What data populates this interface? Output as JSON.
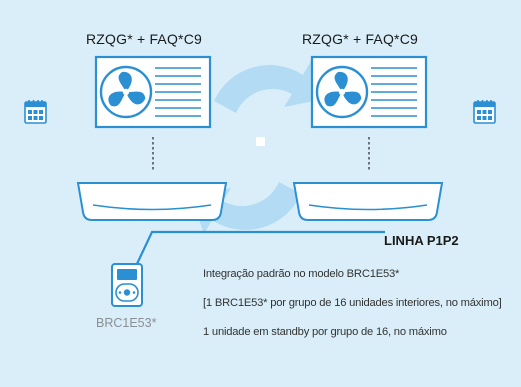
{
  "units": [
    {
      "model_label": "RZQG* + FAQ*C9"
    },
    {
      "model_label": "RZQG* + FAQ*C9"
    }
  ],
  "line": {
    "label": "LINHA P1P2"
  },
  "controller": {
    "label": "BRC1E53*"
  },
  "notes": [
    "Integração padrão no modelo BRC1E53*",
    "[1 BRC1E53* por grupo de 16 unidades interiores, no máximo]",
    "1 unidade em standby por grupo de 16, no máximo"
  ],
  "colors": {
    "background": "#d9eef9",
    "accent": "#2a8fd3",
    "cycle_arrows": "#b3dbf3",
    "text": "#1a1a1a",
    "muted_text": "#8a8f94"
  },
  "icons": [
    "fan-icon",
    "calendar-icon",
    "remote-controller-icon",
    "rotation-arrows-icon"
  ]
}
